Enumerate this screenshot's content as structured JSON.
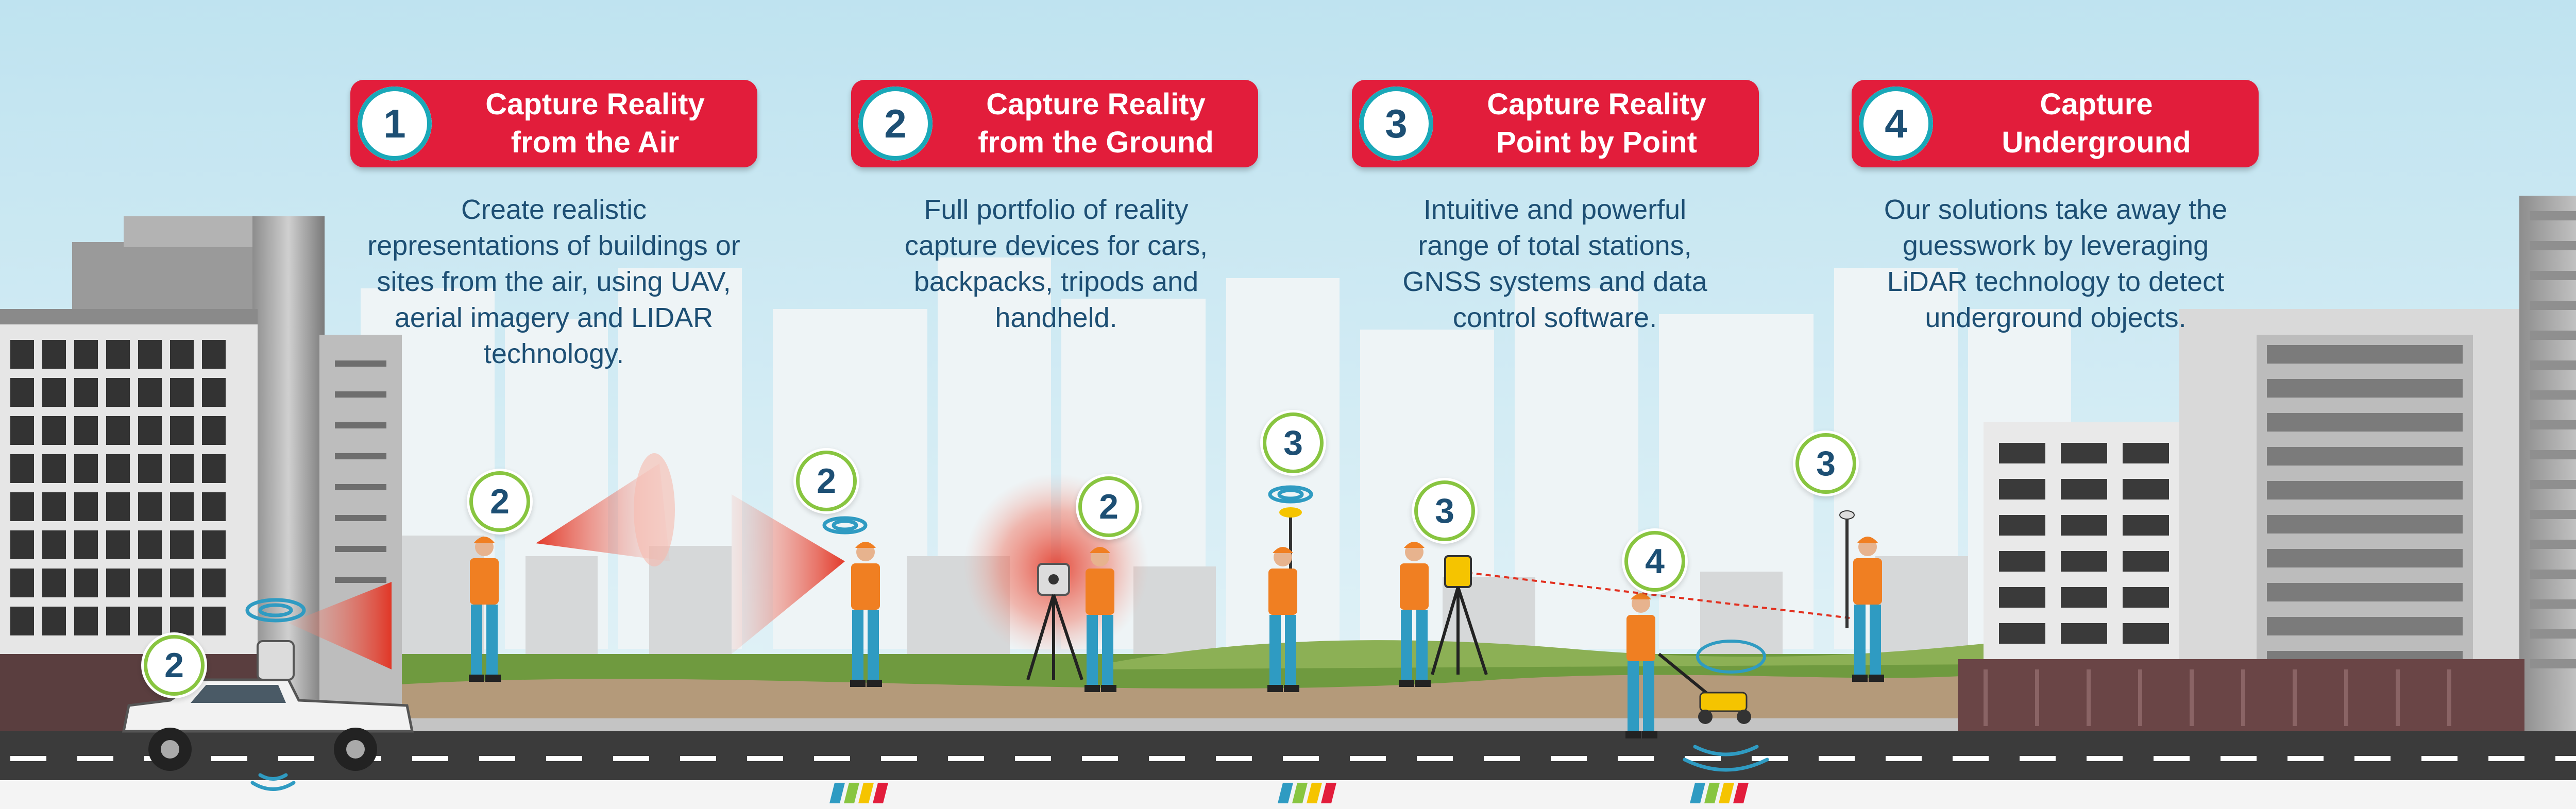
{
  "steps": [
    {
      "num": "1",
      "line1": "Capture Reality",
      "line2": "from the Air",
      "desc": [
        "Create realistic",
        "representations of buildings or",
        "sites from the air, using UAV,",
        "aerial imagery and LIDAR",
        "technology."
      ]
    },
    {
      "num": "2",
      "line1": "Capture Reality",
      "line2": "from the Ground",
      "desc": [
        "Full portfolio of reality",
        "capture devices for cars,",
        "backpacks, tripods and",
        "handheld."
      ]
    },
    {
      "num": "3",
      "line1": "Capture Reality",
      "line2": "Point by Point",
      "desc": [
        "Intuitive and powerful",
        "range of total stations,",
        "GNSS systems and data",
        "control software."
      ]
    },
    {
      "num": "4",
      "line1": "Capture",
      "line2": "Underground",
      "desc": [
        "Our solutions take away the",
        "guesswork by leveraging",
        "LiDAR technology to detect",
        "underground objects."
      ]
    }
  ],
  "markers": [
    "2",
    "2",
    "2",
    "2",
    "3",
    "3",
    "3",
    "4"
  ],
  "colors": {
    "sky": "#cfe9f3",
    "accent_red": "#e21d3b",
    "text_blue": "#1d4f74",
    "teal_ring": "#1aa8b8",
    "green_ring": "#88c540",
    "grass": "#6f9a3f",
    "road": "#3b3b3b",
    "vest": "#f07f22",
    "pants": "#2f9bc2"
  },
  "icons": [
    "uav-scan-beam-icon",
    "backpack-scanner-icon",
    "laser-scanner-tripod-icon",
    "gnss-rover-icon",
    "total-station-icon",
    "ground-penetrating-radar-icon",
    "pickup-truck-icon",
    "wireless-signal-icon"
  ]
}
